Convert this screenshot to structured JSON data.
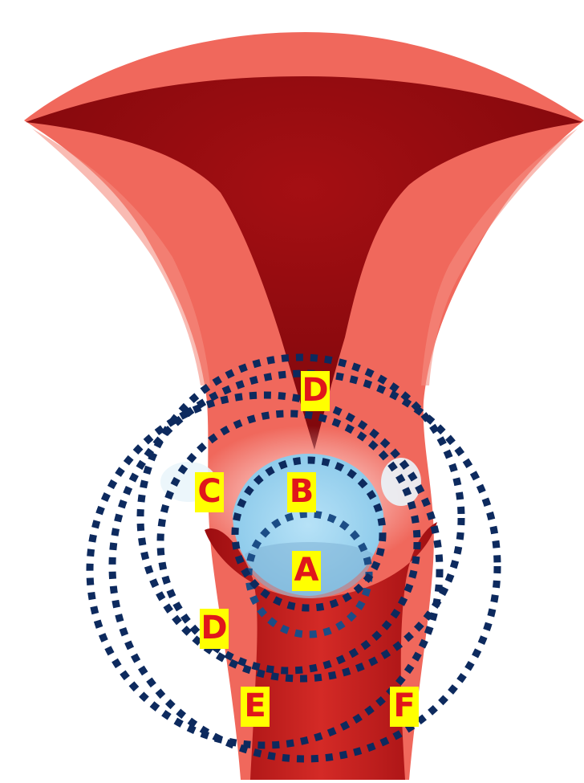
{
  "colors": {
    "tissue": "#f0685c",
    "tissue_light": "#f58d80",
    "cavity_dark": "#8f0a0e",
    "cavity_mid": "#b8161a",
    "canal": "#c4211f",
    "zone_blue": "#a6d8f2",
    "zone_white": "#e6f3fb",
    "ring": "#0d2a5e",
    "label_bg": "#ffff00",
    "label_text": "#e0161b"
  },
  "labels": {
    "A": "A",
    "B": "B",
    "C": "C",
    "D_top": "D",
    "D_left": "D",
    "E": "E",
    "F": "F"
  }
}
